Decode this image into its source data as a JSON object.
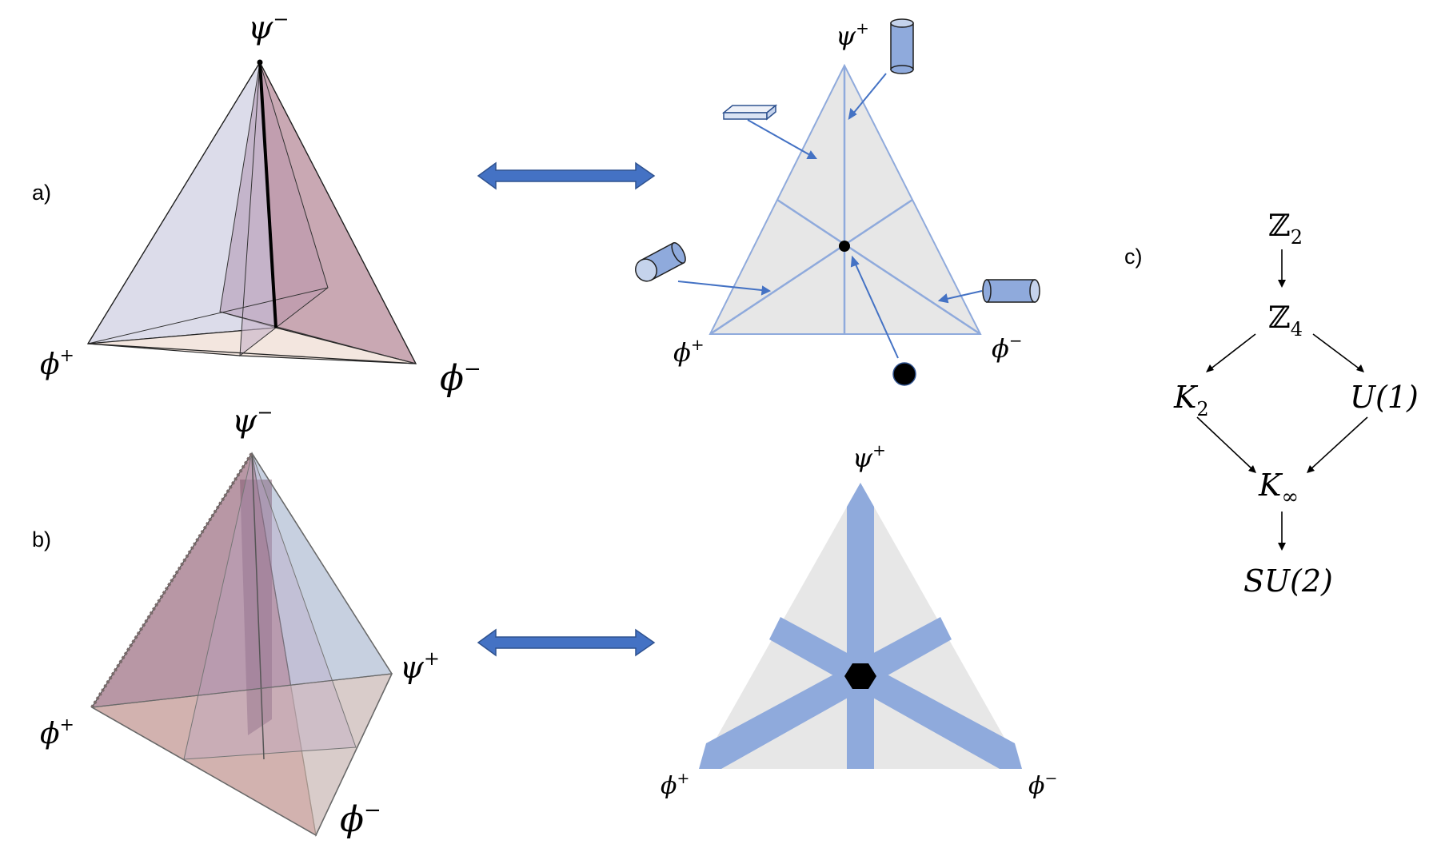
{
  "panel_labels": {
    "a": "a)",
    "b": "b)",
    "c": "c)"
  },
  "vertices": {
    "psi": "ψ",
    "phi": "ϕ",
    "plus": "+",
    "minus": "−"
  },
  "hierarchy": {
    "z2": {
      "base": "ℤ",
      "sub": "2"
    },
    "z4": {
      "base": "ℤ",
      "sub": "4"
    },
    "k2": {
      "base": "K",
      "sub": "2"
    },
    "u1": "U(1)",
    "kinf": {
      "base": "K",
      "sub": "∞"
    },
    "su2": "SU(2)"
  },
  "colors": {
    "arrow_blue": "#4472c4",
    "band_blue": "#8faadc",
    "triangle_fill": "#e7e7e7",
    "line_blue": "#8faadc",
    "cylinder_fill": "#8faadc",
    "slab_fill": "#dae3f3"
  }
}
